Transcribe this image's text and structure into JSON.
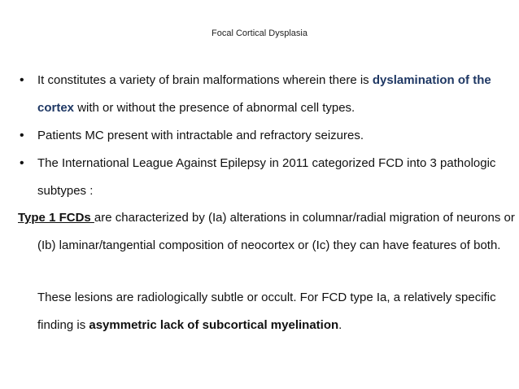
{
  "slide": {
    "title": "Focal Cortical Dysplasia",
    "bullets": [
      {
        "text_before": "It constitutes a variety of brain malformations wherein there is ",
        "highlight": "dyslamination of the cortex",
        "text_after": " with or without the presence of abnormal cell types."
      },
      {
        "text": "Patients MC present with intractable and refractory seizures."
      },
      {
        "text": "The International League Against Epilepsy in 2011 categorized FCD into 3 pathologic subtypes :"
      }
    ],
    "subtype": {
      "label": "Type 1 FCDs ",
      "text": "are characterized by (Ia) alterations in columnar/radial migration of neurons or (Ib) laminar/tangential composition of neocortex or (Ic) they can have features of both."
    },
    "lesions": {
      "text_before": " These lesions are radiologically subtle or occult. For FCD type Ia, a relatively specific finding is ",
      "bold": "asymmetric lack of subcortical myelination",
      "text_after": "."
    },
    "bullet_symbol": "•",
    "colors": {
      "highlight": "#1F3864"
    }
  }
}
